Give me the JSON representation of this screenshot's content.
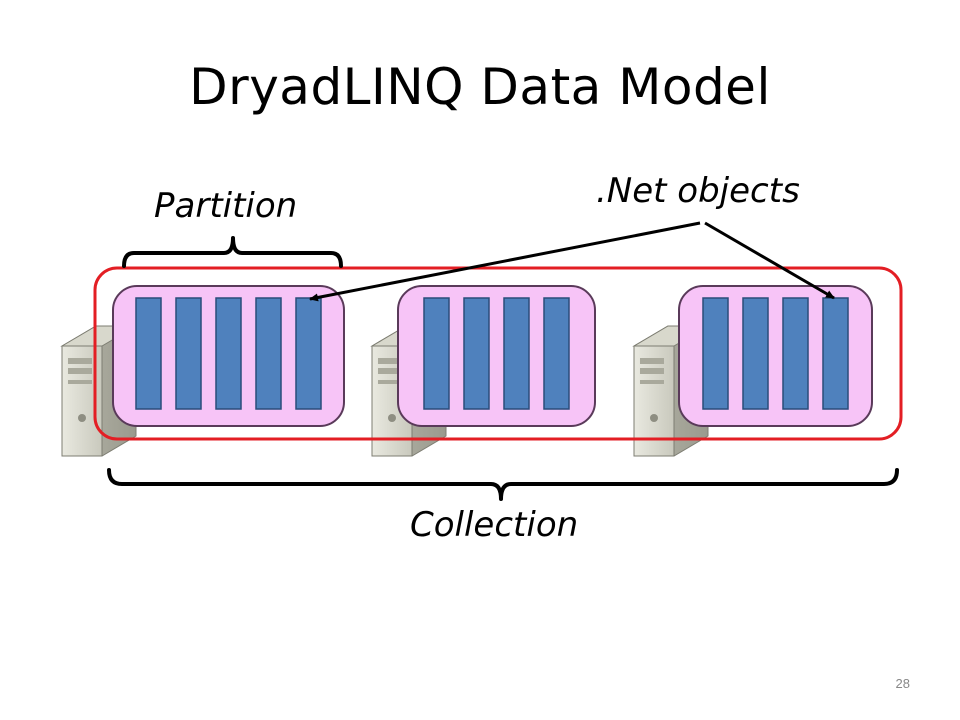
{
  "slide": {
    "title": "DryadLINQ Data Model",
    "page_number": "28"
  },
  "labels": {
    "partition": "Partition",
    "net_objects": ".Net objects",
    "collection": "Collection"
  },
  "partitions": [
    {
      "object_count": 5
    },
    {
      "object_count": 4
    },
    {
      "object_count": 4
    }
  ],
  "colors": {
    "collection_border": "#e31e24",
    "partition_fill": "#f7c4f7",
    "partition_border": "#5a3a5a",
    "object_fill": "#4f81bd",
    "object_border": "#2a4d7a",
    "arrow": "#000000"
  },
  "icons": [
    "server-icon",
    "server-icon",
    "server-icon"
  ]
}
